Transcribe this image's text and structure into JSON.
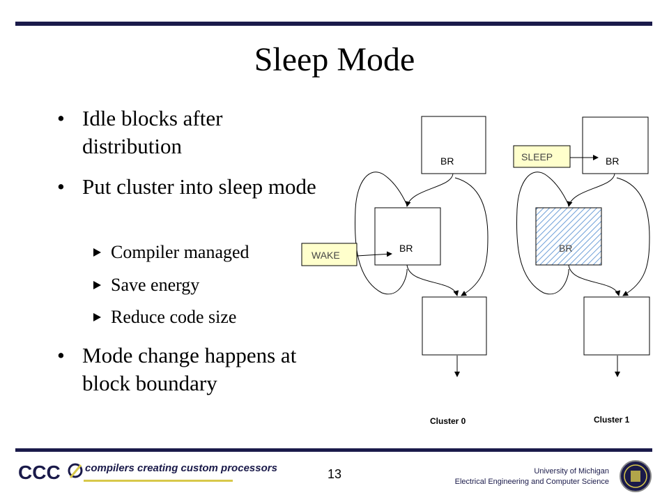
{
  "slide": {
    "title": "Sleep Mode",
    "page_number": "13",
    "university": "University of Michigan",
    "department": "Electrical Engineering and Computer Science",
    "tagline": "compilers creating custom processors",
    "logo_text": "CCC"
  },
  "bullets": {
    "b1": "Idle blocks after distribution",
    "b2": "Put cluster into sleep mode",
    "sub1": "Compiler managed",
    "sub2": "Save energy",
    "sub3": "Reduce code size",
    "b3": "Mode change happens at block boundary",
    "dot": "•"
  },
  "diagram": {
    "block_label": "BR",
    "wake_label": "WAKE",
    "sleep_label": "SLEEP",
    "cluster0_label": "Cluster 0",
    "cluster1_label": "Cluster 1",
    "colors": {
      "note_fill": "#ffffcc",
      "hatch": "#6fa0d8"
    }
  }
}
